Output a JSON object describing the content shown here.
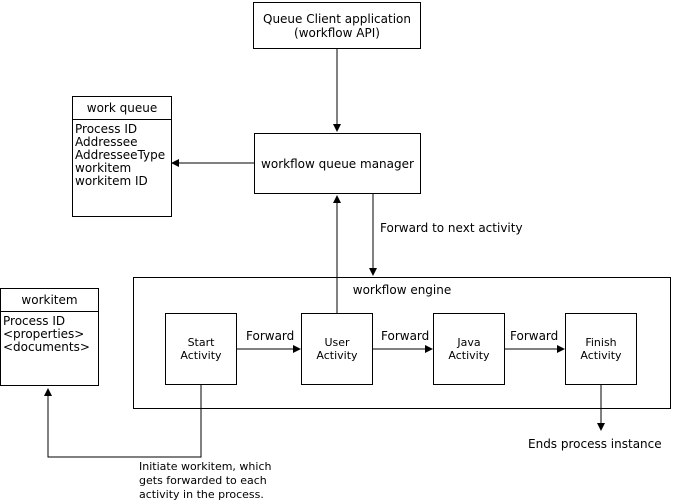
{
  "queue_client": {
    "line1": "Queue Client application",
    "line2": "(workflow API)"
  },
  "work_queue": {
    "title": "work queue",
    "fields": [
      "Process ID",
      "Addressee",
      "AddresseeType",
      "workitem",
      "workitem ID"
    ]
  },
  "queue_manager": {
    "label": "workflow queue manager"
  },
  "forward_next": "Forward to next activity",
  "engine": {
    "label": "workflow engine"
  },
  "workitem": {
    "title": "workitem",
    "fields": [
      "Process ID",
      "<properties>",
      "<documents>"
    ]
  },
  "activities": [
    {
      "line1": "Start",
      "line2": "Activity"
    },
    {
      "line1": "User",
      "line2": "Activity"
    },
    {
      "line1": "Java",
      "line2": "Activity"
    },
    {
      "line1": "Finish",
      "line2": "Activity"
    }
  ],
  "forward_labels": [
    "Forward",
    "Forward",
    "Forward"
  ],
  "ends_label": "Ends process instance",
  "initiate_note": [
    "Initiate workitem, which",
    "gets forwarded to each",
    "activity in the process."
  ]
}
